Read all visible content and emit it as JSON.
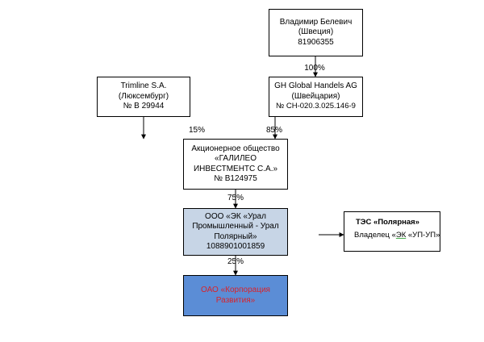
{
  "nodes": {
    "belevich": [
      "Владимир Белевич",
      "(Швеция)",
      "81906355"
    ],
    "trimline": [
      "Trimline S.A.",
      "(Люксембург)",
      "№ B 29944"
    ],
    "gh": [
      "GH Global Handels AG",
      "(Швейцария)",
      "№ CH-020.3.025.146-9"
    ],
    "galileo": [
      "Акционерное общество",
      "«ГАЛИЛЕО",
      "ИНВЕСТМЕНТС С.А.»",
      "№ B124975"
    ],
    "ooo": [
      "ООО «ЭК «Урал",
      "Промышленный - Урал",
      "Полярный»",
      "1088901001859"
    ],
    "oao": [
      "ОАО «Корпорация",
      "Развития»"
    ]
  },
  "edges": {
    "belevich_gh": "100%",
    "trimline_galileo": "15%",
    "gh_galileo": "85%",
    "galileo_ooo": "75%",
    "ooo_oao": "25%"
  },
  "side_note": {
    "title": "ТЭС «Полярная»",
    "body_prefix": "Владелец «",
    "body_underlined": "ЭК",
    "body_suffix": " «УП-УП»"
  },
  "colors": {
    "ooo_fill": "#c7d5e6",
    "oao_fill": "#5b8dd6",
    "oao_text": "#d8232a"
  }
}
